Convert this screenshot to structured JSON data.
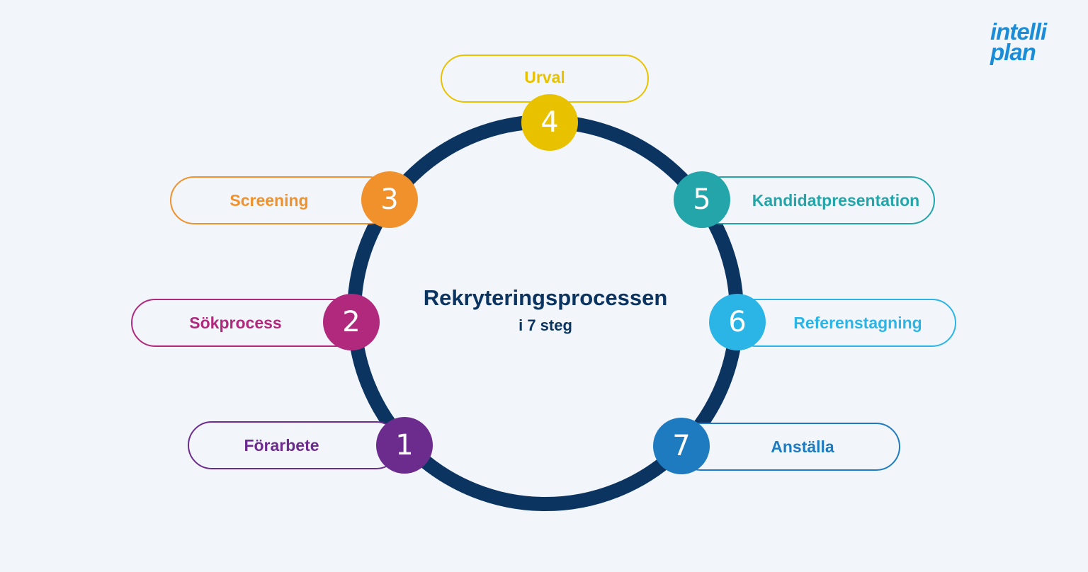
{
  "center": {
    "title": "Rekryteringsprocessen",
    "subtitle": "i 7 steg"
  },
  "logo": {
    "line1": "intelli",
    "line2": "plan"
  },
  "steps": [
    {
      "number": "1",
      "label": "Förarbete",
      "color": "#6b2c8e"
    },
    {
      "number": "2",
      "label": "Sökprocess",
      "color": "#b0297d"
    },
    {
      "number": "3",
      "label": "Screening",
      "color": "#f0912c"
    },
    {
      "number": "4",
      "label": "Urval",
      "color": "#e8c200"
    },
    {
      "number": "5",
      "label": "Kandidatpresentation",
      "color": "#23a5a9"
    },
    {
      "number": "6",
      "label": "Referenstagning",
      "color": "#2bb5e6"
    },
    {
      "number": "7",
      "label": "Anställa",
      "color": "#1f7bc0"
    }
  ],
  "colors": {
    "ring": "#0b3461",
    "background": "#f2f6fb",
    "logo": "#1b8dd8"
  }
}
